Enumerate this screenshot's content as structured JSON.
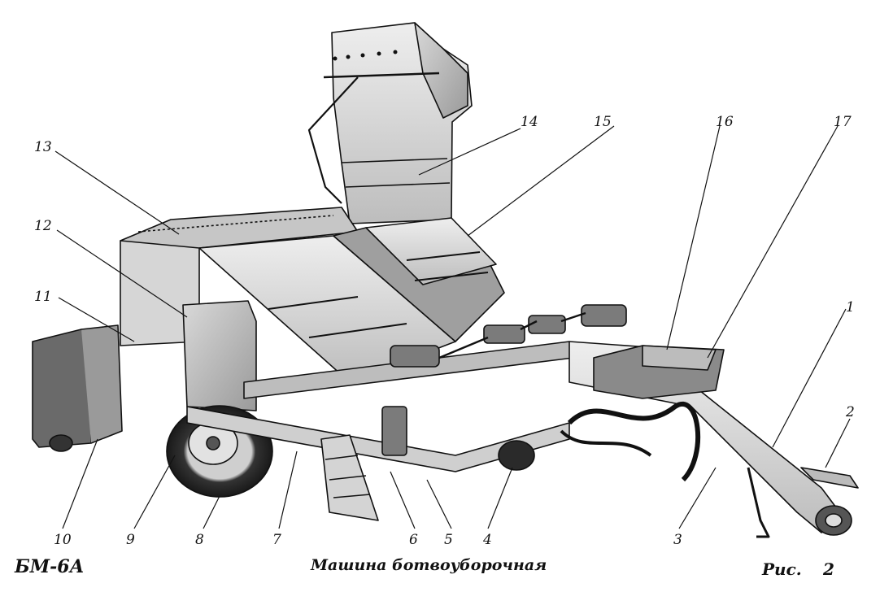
{
  "caption": {
    "model": "БМ-6А",
    "title": "Машина ботвоуборочная",
    "figure_label": "Рис.",
    "figure_number": "2"
  },
  "callouts": [
    "1",
    "2",
    "3",
    "4",
    "5",
    "6",
    "7",
    "8",
    "9",
    "10",
    "11",
    "12",
    "13",
    "14",
    "15",
    "16",
    "17"
  ],
  "colors": {
    "ink": "#111111",
    "paper": "#ffffff",
    "shade": "#b8b8b8",
    "dark": "#2a2a2a"
  }
}
